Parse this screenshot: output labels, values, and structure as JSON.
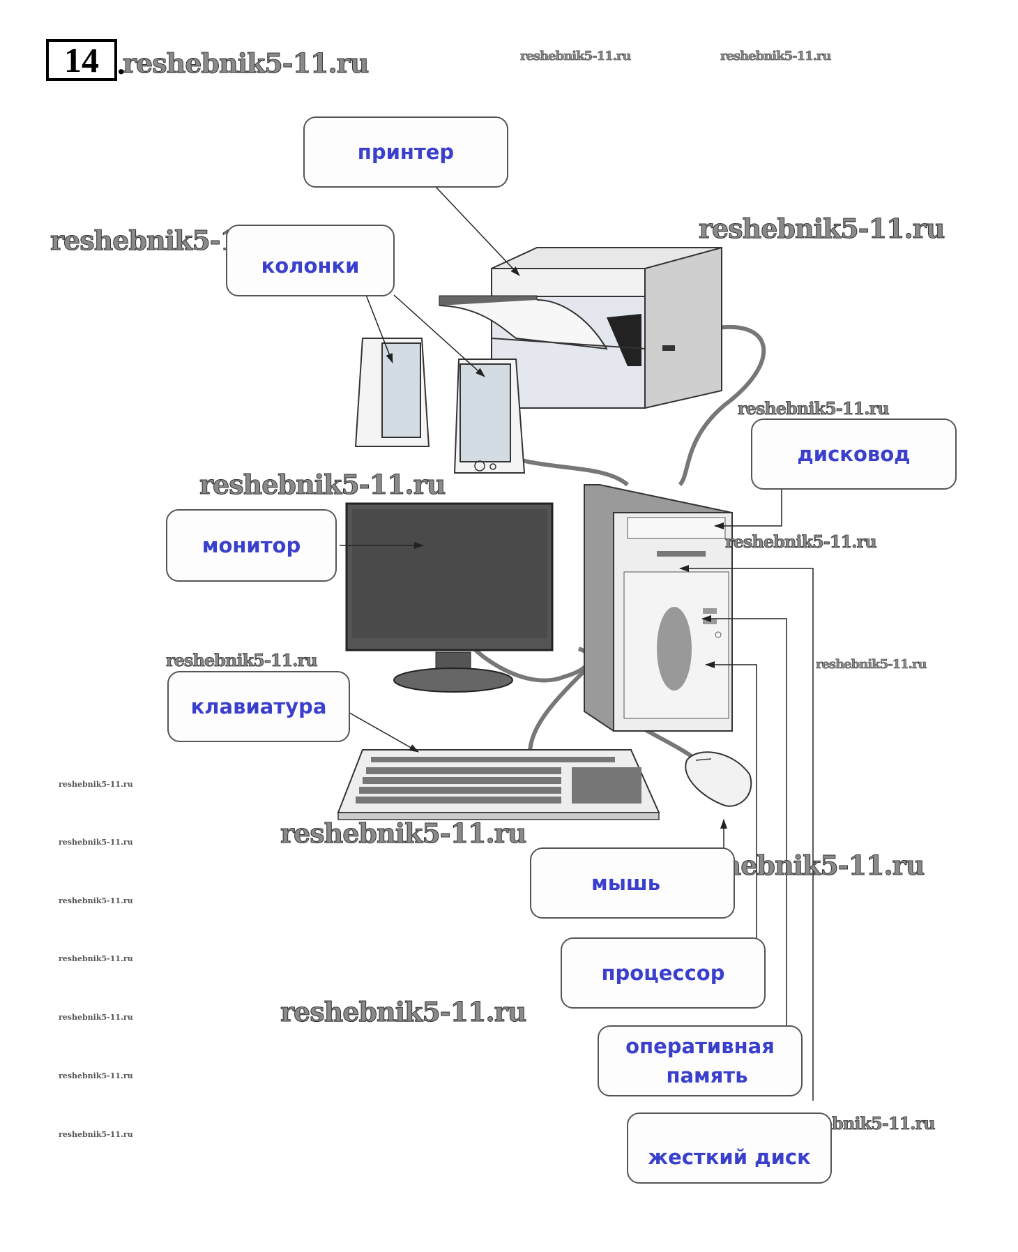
{
  "task": {
    "number": "14",
    "dot": "."
  },
  "watermark": "reshebnik5-11.ru",
  "labels": {
    "printer": "принтер",
    "speakers": "колонки",
    "floppy_drive": "дисковод",
    "monitor": "монитор",
    "keyboard": "клавиатура",
    "mouse": "мышь",
    "processor": "процессор",
    "ram": "оперативная память",
    "ram_line1": "оперативная",
    "ram_line2": "память",
    "hard_disk": "жесткий диск"
  },
  "colors": {
    "label_text": "#3a3fcc",
    "border": "#555555",
    "watermark": "#8a8a8a"
  }
}
